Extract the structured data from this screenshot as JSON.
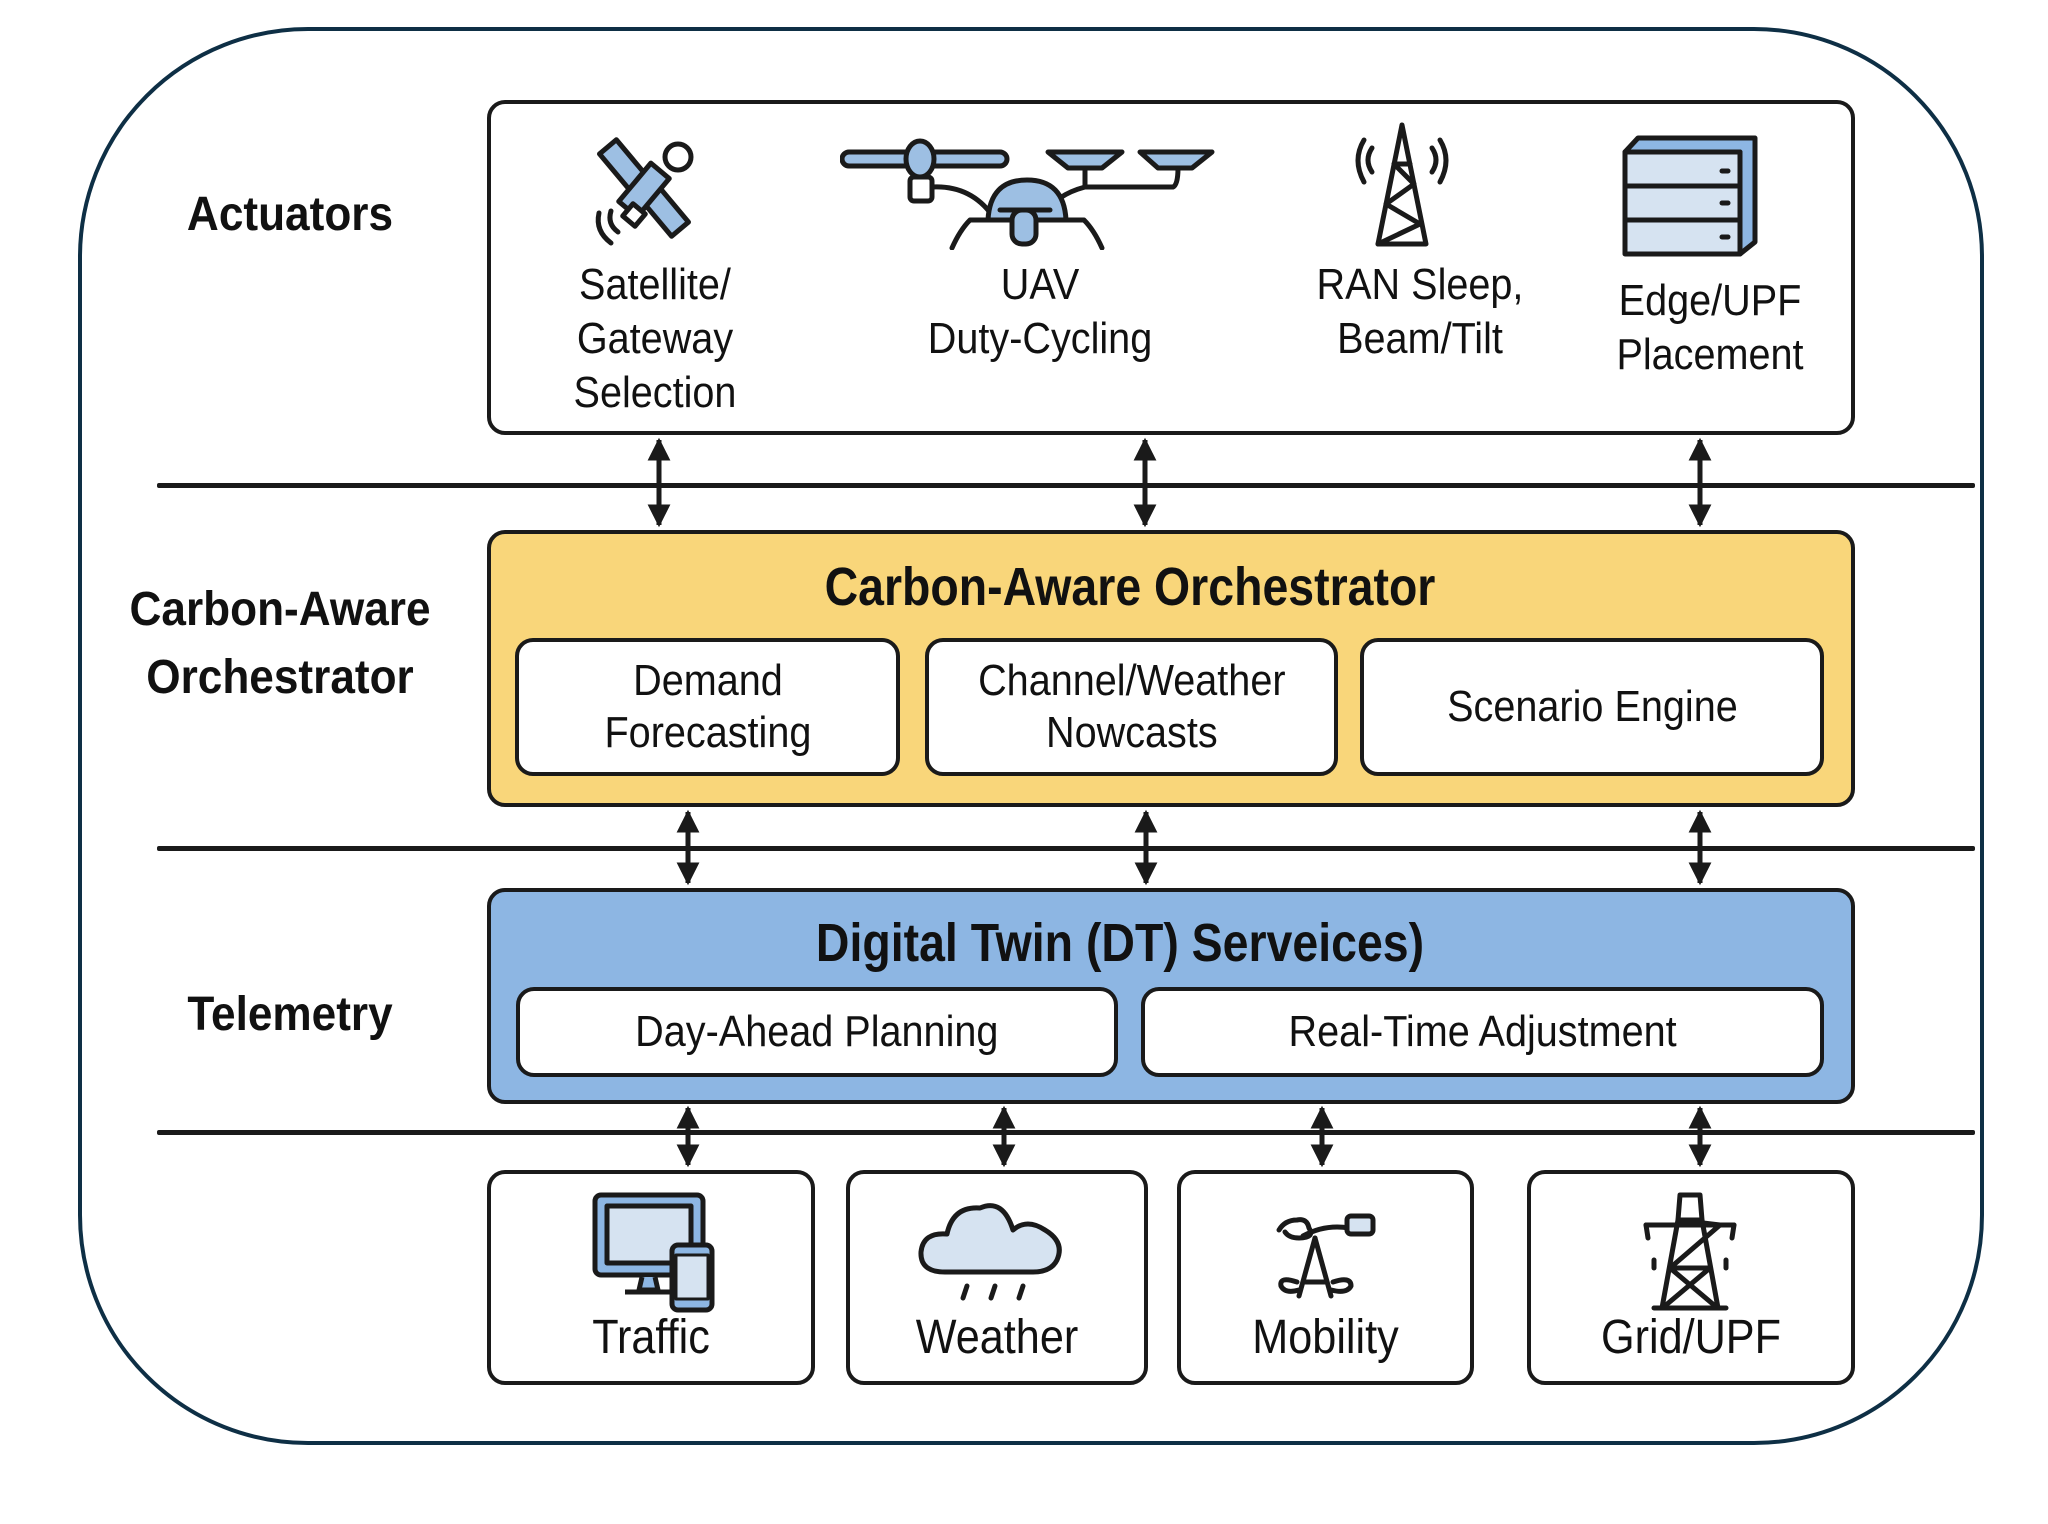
{
  "diagram": {
    "layers": [
      {
        "id": "actuators",
        "side_label": [
          "Actuators"
        ]
      },
      {
        "id": "orchestrator",
        "side_label": [
          "Carbon-Aware",
          "Orchestrator"
        ]
      },
      {
        "id": "telemetry",
        "side_label": [
          "Telemetry"
        ]
      }
    ],
    "actuators": [
      {
        "icon": "satellite-icon",
        "lines": [
          "Satellite/",
          "Gateway",
          "Selection"
        ]
      },
      {
        "icon": "uav-drone-icon",
        "lines": [
          "UAV",
          "Duty-Cycling"
        ]
      },
      {
        "icon": "cell-tower-icon",
        "lines": [
          "RAN Sleep,",
          "Beam/Tilt"
        ]
      },
      {
        "icon": "server-rack-icon",
        "lines": [
          "Edge/UPF",
          "Placement"
        ]
      }
    ],
    "orchestrator": {
      "title": "Carbon-Aware Orchestrator",
      "modules": [
        {
          "lines": [
            "Demand",
            "Forecasting"
          ]
        },
        {
          "lines": [
            "Channel/Weather",
            "Nowcasts"
          ]
        },
        {
          "lines": [
            "Scenario Engine"
          ]
        }
      ]
    },
    "digital_twin": {
      "title": "Digital Twin (DT) Serveices)",
      "modules": [
        {
          "label": "Day-Ahead Planning"
        },
        {
          "label": "Real-Time Adjustment"
        }
      ]
    },
    "telemetry_sources": [
      {
        "icon": "computer-phone-icon",
        "label": "Traffic"
      },
      {
        "icon": "rain-cloud-icon",
        "label": "Weather"
      },
      {
        "icon": "mobility-icon",
        "label": "Mobility"
      },
      {
        "icon": "power-pylon-icon",
        "label": "Grid/UPF"
      }
    ],
    "connectors": "bidirectional-arrows",
    "colors": {
      "frame": "#0E2F45",
      "orchestrator_fill": "#F9D67A",
      "digital_twin_fill": "#8DB6E3",
      "icon_fill": "#9DBFE3",
      "icon_fill_light": "#D6E3F1",
      "stroke": "#1A1A1A"
    }
  }
}
